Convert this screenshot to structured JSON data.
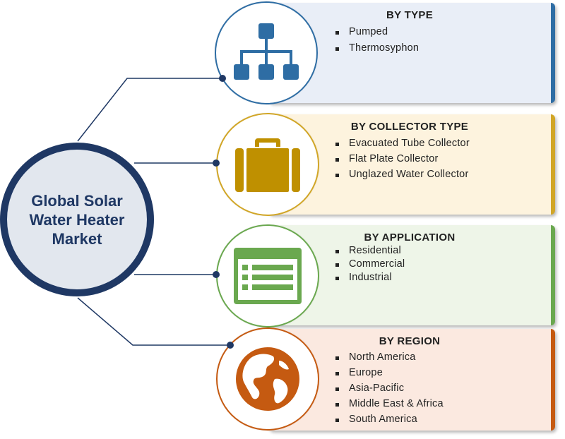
{
  "center": {
    "title": "Global Solar\nWater Heater\nMarket"
  },
  "colors": {
    "center_border": "#1f3864",
    "connector": "#1f3864",
    "type_accent": "#2e6da4",
    "collector_accent": "#d1a627",
    "application_accent": "#6aa84f",
    "region_accent": "#c55a11"
  },
  "segments": [
    {
      "title": "BY TYPE",
      "items": [
        "Pumped",
        "Thermosyphon"
      ],
      "icon": "hierarchy-icon",
      "icon_color": "#2e6da4",
      "panel_bg": "#e9eef7",
      "accent": "#2e6da4"
    },
    {
      "title": "BY COLLECTOR  TYPE",
      "items": [
        "Evacuated Tube Collector",
        "Flat Plate Collector",
        "Unglazed Water Collector"
      ],
      "icon": "briefcase-icon",
      "icon_color": "#bf9000",
      "panel_bg": "#fdf3de",
      "accent": "#d1a627"
    },
    {
      "title": "BY APPLICATION",
      "items": [
        "Residential",
        "Commercial",
        "Industrial"
      ],
      "icon": "list-window-icon",
      "icon_color": "#6aa84f",
      "panel_bg": "#eef5e8",
      "accent": "#6aa84f"
    },
    {
      "title": "BY REGION",
      "items": [
        "North America",
        "Europe",
        "Asia-Pacific",
        "Middle East & Africa",
        "South America"
      ],
      "icon": "globe-icon",
      "icon_color": "#c55a11",
      "panel_bg": "#fbe9e0",
      "accent": "#c55a11"
    }
  ]
}
